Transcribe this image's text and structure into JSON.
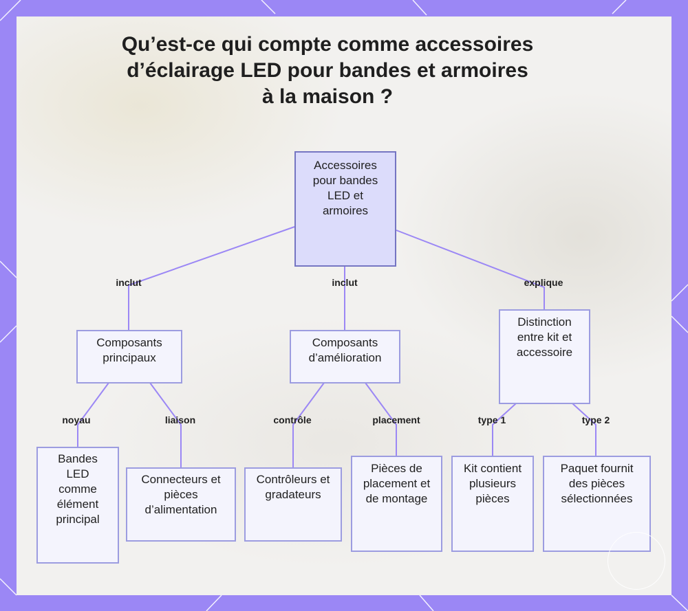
{
  "title": "Qu’est-ce qui compte comme accessoires d’éclairage LED pour bandes et armoires à la maison ?",
  "nodes": {
    "root": "Accessoires pour bandes LED et armoires",
    "core": "Composants principaux",
    "upgrade": "Composants d’amélioration",
    "distinction": "Distinction entre kit et accessoire",
    "strips": "Bandes LED comme élément principal",
    "connectors": "Connecteurs et pièces d’alimentation",
    "controllers": "Contrôleurs et gradateurs",
    "mounting": "Pièces de placement et de montage",
    "kit": "Kit contient plusieurs pièces",
    "package": "Paquet fournit des pièces sélectionnées"
  },
  "edges": {
    "root_core": "inclut",
    "root_upgrade": "inclut",
    "root_distinction": "explique",
    "core_strips": "noyau",
    "core_connectors": "liaison",
    "upgrade_controllers": "contrôle",
    "upgrade_mounting": "placement",
    "distinction_kit": "type 1",
    "distinction_package": "type 2"
  },
  "colors": {
    "frame": "#9b87f5",
    "node_fill": "#f4f4fd",
    "root_fill": "#dcdcfb",
    "node_border": "#9c9ce0",
    "edge": "#9b87f5"
  },
  "icons": {
    "logo": "circle-logo-icon"
  }
}
